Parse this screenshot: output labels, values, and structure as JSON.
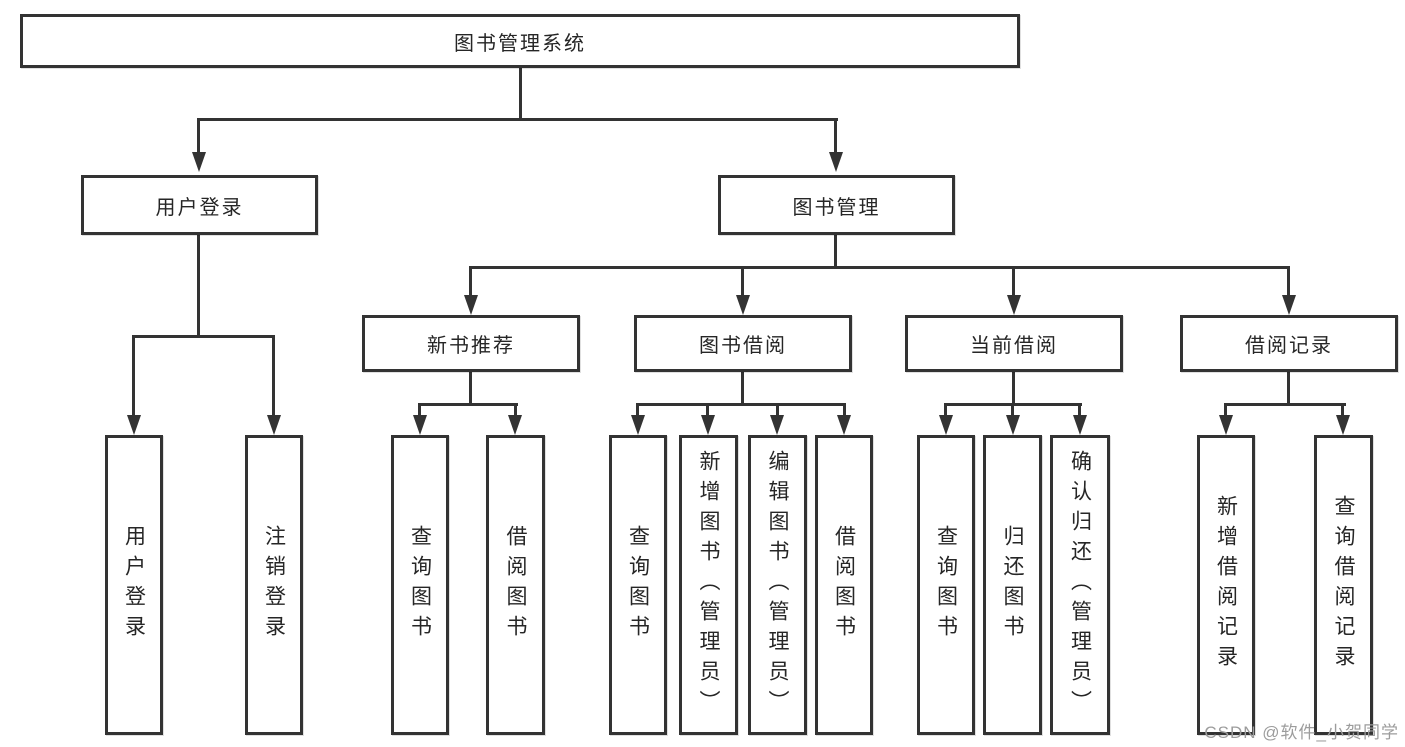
{
  "colors": {
    "line": "#333333",
    "border": "#333333",
    "text": "#262626",
    "background": "#ffffff",
    "watermark": "#9c9c9c"
  },
  "watermark": {
    "text": "CSDN @软件_小贺同学"
  },
  "nodes": {
    "root": {
      "label": "图书管理系统"
    },
    "user_login_branch": {
      "label": "用户登录"
    },
    "book_mgmt_branch": {
      "label": "图书管理"
    },
    "new_book_rec": {
      "label": "新书推荐"
    },
    "book_borrow": {
      "label": "图书借阅"
    },
    "current_borrow": {
      "label": "当前借阅"
    },
    "borrow_records": {
      "label": "借阅记录"
    },
    "leaf_user_login": {
      "label": "用户登录"
    },
    "leaf_logout": {
      "label": "注销登录"
    },
    "leaf_rec_query_books": {
      "label": "查询图书"
    },
    "leaf_rec_borrow_books": {
      "label": "借阅图书"
    },
    "leaf_bb_query_books": {
      "label": "查询图书"
    },
    "leaf_bb_add_books": {
      "label": "新增图书（管理员）"
    },
    "leaf_bb_edit_books": {
      "label": "编辑图书（管理员）"
    },
    "leaf_bb_borrow_books": {
      "label": "借阅图书"
    },
    "leaf_cb_query_books": {
      "label": "查询图书"
    },
    "leaf_cb_return_books": {
      "label": "归还图书"
    },
    "leaf_cb_confirm_return": {
      "label": "确认归还（管理员）"
    },
    "leaf_br_add_record": {
      "label": "新增借阅记录"
    },
    "leaf_br_query_record": {
      "label": "查询借阅记录"
    }
  },
  "hierarchy": {
    "图书管理系统": [
      "用户登录",
      "图书管理"
    ],
    "用户登录": [
      "用户登录",
      "注销登录"
    ],
    "图书管理": [
      "新书推荐",
      "图书借阅",
      "当前借阅",
      "借阅记录"
    ],
    "新书推荐": [
      "查询图书",
      "借阅图书"
    ],
    "图书借阅": [
      "查询图书",
      "新增图书（管理员）",
      "编辑图书（管理员）",
      "借阅图书"
    ],
    "当前借阅": [
      "查询图书",
      "归还图书",
      "确认归还（管理员）"
    ],
    "借阅记录": [
      "新增借阅记录",
      "查询借阅记录"
    ]
  }
}
